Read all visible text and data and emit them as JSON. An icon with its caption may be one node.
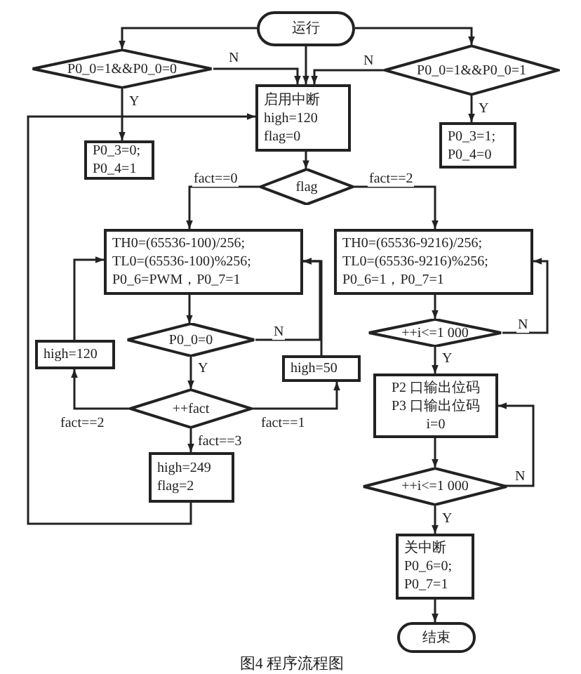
{
  "diagram": {
    "caption": "图4 程序流程图",
    "nodes": [
      {
        "text": [
          "运行"
        ]
      },
      {
        "text": [
          "P0_0=1&&P0_0=0"
        ]
      },
      {
        "text": [
          "P0_0=1&&P0_0=1"
        ]
      },
      {
        "text": [
          "启用中断",
          "high=120",
          "flag=0"
        ]
      },
      {
        "text": [
          "P0_3=0;",
          "P0_4=1"
        ]
      },
      {
        "text": [
          "P0_3=1;",
          "P0_4=0"
        ]
      },
      {
        "text": [
          "flag"
        ]
      },
      {
        "text": [
          "TH0=(65536-100)/256;",
          "TL0=(65536-100)%256;",
          "P0_6=PWM，P0_7=1"
        ]
      },
      {
        "text": [
          "TH0=(65536-9216)/256;",
          "TL0=(65536-9216)%256;",
          "P0_6=1，P0_7=1"
        ]
      },
      {
        "text": [
          "P0_0=0"
        ]
      },
      {
        "text": [
          "high=120"
        ]
      },
      {
        "text": [
          "high=50"
        ]
      },
      {
        "text": [
          "++fact"
        ]
      },
      {
        "text": [
          "++i<=1 000"
        ]
      },
      {
        "text": [
          "P2 口输出位码",
          "P3 口输出位码",
          "i=0"
        ]
      },
      {
        "text": [
          "high=249",
          "flag=2"
        ]
      },
      {
        "text": [
          "++i<=1 000"
        ]
      },
      {
        "text": [
          "关中断",
          "P0_6=0;",
          "P0_7=1"
        ]
      },
      {
        "text": [
          "结束"
        ]
      }
    ],
    "edges": [
      {
        "from": 0,
        "to": 1,
        "arrow": "to"
      },
      {
        "from": 0,
        "to": 2,
        "arrow": "to"
      },
      {
        "from": 0,
        "to": 3,
        "arrow": "to"
      },
      {
        "from": 1,
        "to": 3,
        "arrow": "to",
        "label": "N"
      },
      {
        "from": 2,
        "to": 3,
        "arrow": "to",
        "label": "N"
      },
      {
        "from": 1,
        "to": 4,
        "arrow": "to",
        "label": "Y"
      },
      {
        "from": 2,
        "to": 5,
        "arrow": "to",
        "label": "Y"
      },
      {
        "from": 3,
        "to": 6,
        "arrow": "to"
      },
      {
        "from": 6,
        "to": 7,
        "arrow": "to",
        "label": "fact==0"
      },
      {
        "from": 6,
        "to": 8,
        "arrow": "to",
        "label": "fact==2"
      },
      {
        "from": 7,
        "to": 9,
        "arrow": "to"
      },
      {
        "from": 9,
        "to": 7,
        "arrow": "to",
        "label": "N"
      },
      {
        "from": 11,
        "to": 7,
        "arrow": "to"
      },
      {
        "from": 9,
        "to": 12,
        "arrow": "to",
        "label": "Y"
      },
      {
        "from": 12,
        "to": 10,
        "arrow": "to",
        "label": "fact==2"
      },
      {
        "from": 10,
        "to": 7,
        "arrow": "to"
      },
      {
        "from": 12,
        "to": 11,
        "arrow": "to",
        "label": "fact==1"
      },
      {
        "from": 12,
        "to": 15,
        "arrow": "to",
        "label": "fact==3"
      },
      {
        "from": 15,
        "to": 3,
        "arrow": "to"
      },
      {
        "from": 8,
        "to": 13,
        "arrow": "to"
      },
      {
        "from": 13,
        "to": 8,
        "arrow": "to",
        "label": "N"
      },
      {
        "from": 13,
        "to": 14,
        "arrow": "to",
        "label": "Y"
      },
      {
        "from": 14,
        "to": 16,
        "arrow": "to"
      },
      {
        "from": 16,
        "to": 14,
        "arrow": "to",
        "label": "N"
      },
      {
        "from": 16,
        "to": 17,
        "arrow": "to",
        "label": "Y"
      },
      {
        "from": 17,
        "to": 18,
        "arrow": "to"
      }
    ]
  }
}
